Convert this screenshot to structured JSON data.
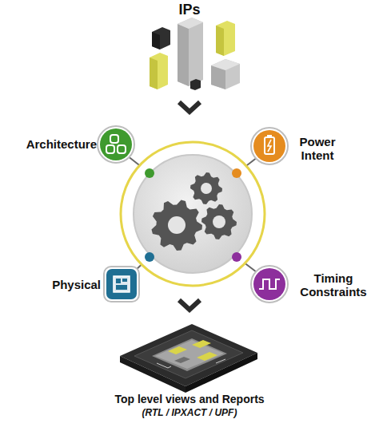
{
  "diagram": {
    "nodes": [
      {
        "text": [
          "IPs"
        ]
      },
      {
        "text": [
          "Architecture"
        ]
      },
      {
        "text": [
          "Power Intent"
        ]
      },
      {
        "text": [
          "Physical"
        ]
      },
      {
        "text": [
          "Timing Constraints"
        ]
      },
      {
        "text": [
          "Top level views and Reports",
          "(RTL / IPXACT / UPF)"
        ]
      }
    ]
  }
}
